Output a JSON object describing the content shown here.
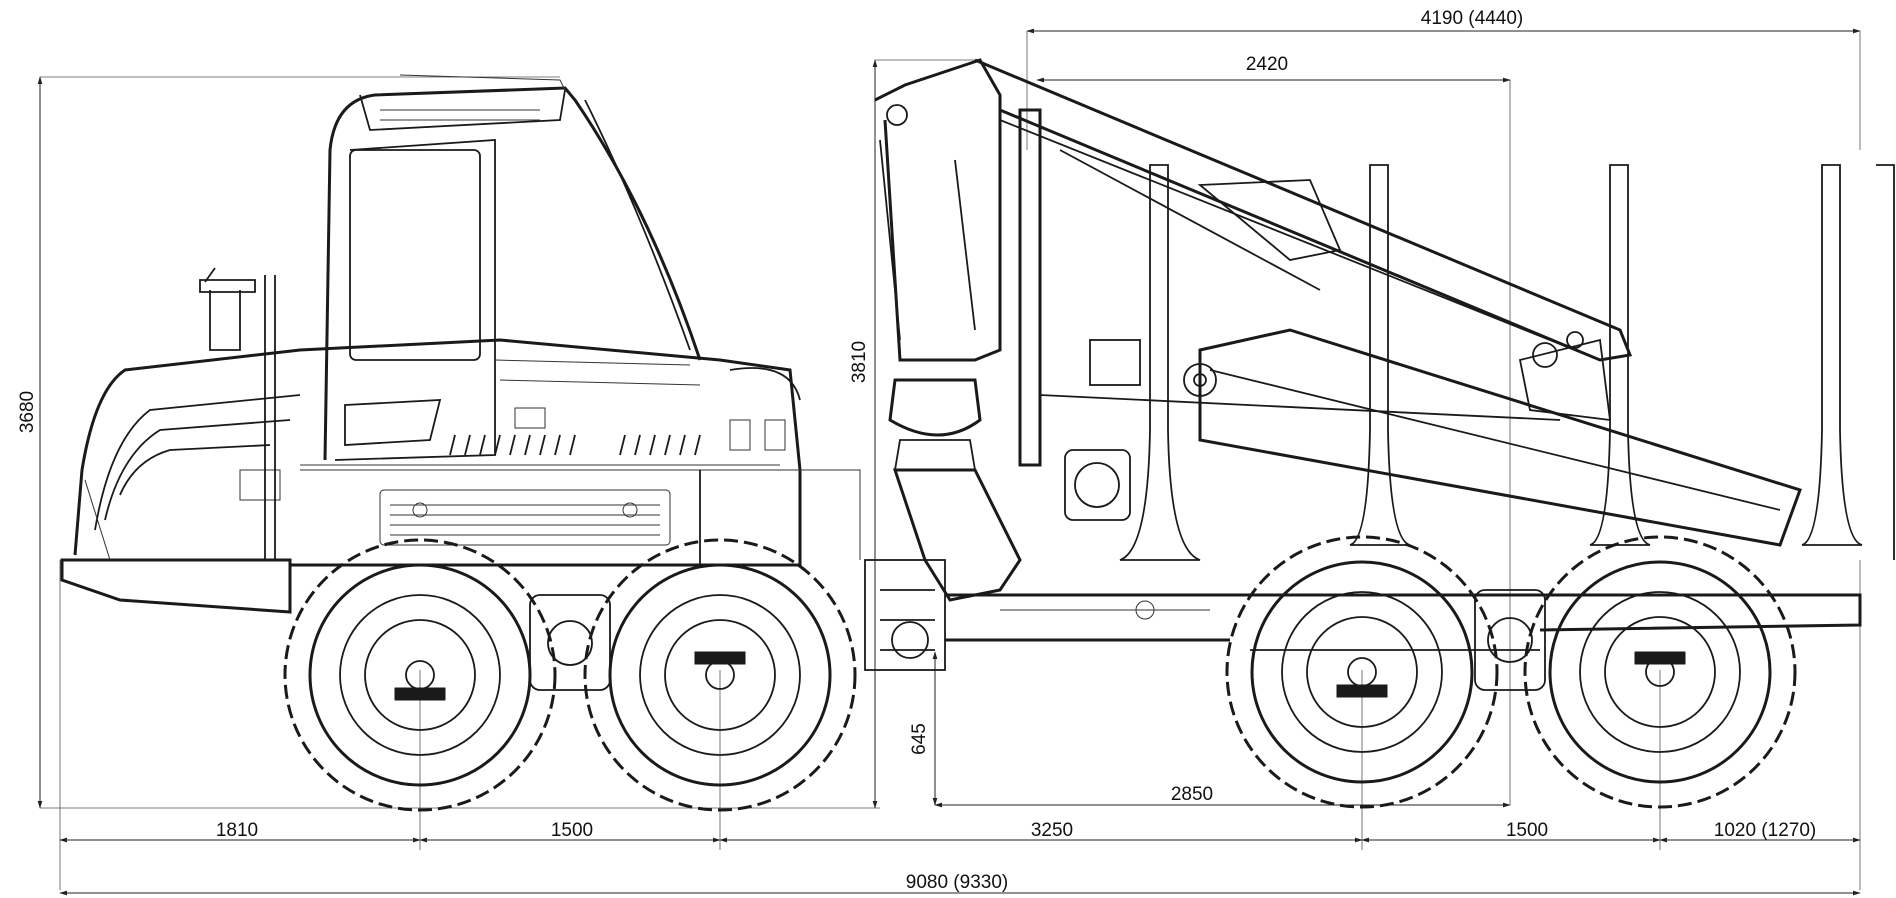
{
  "dimensions": {
    "crane_reach": "4190 (4440)",
    "crane_offset": "2420",
    "overall_height": "3680",
    "crane_height": "3810",
    "ground_clearance": "645",
    "bunk_length": "2850",
    "front_overhang": "1810",
    "front_bogie": "1500",
    "wheelbase": "3250",
    "rear_bogie": "1500",
    "rear_overhang": "1020 (1270)",
    "overall_length": "9080 (9330)"
  },
  "colors": {
    "line": "#1a1a1a",
    "background": "#ffffff"
  }
}
